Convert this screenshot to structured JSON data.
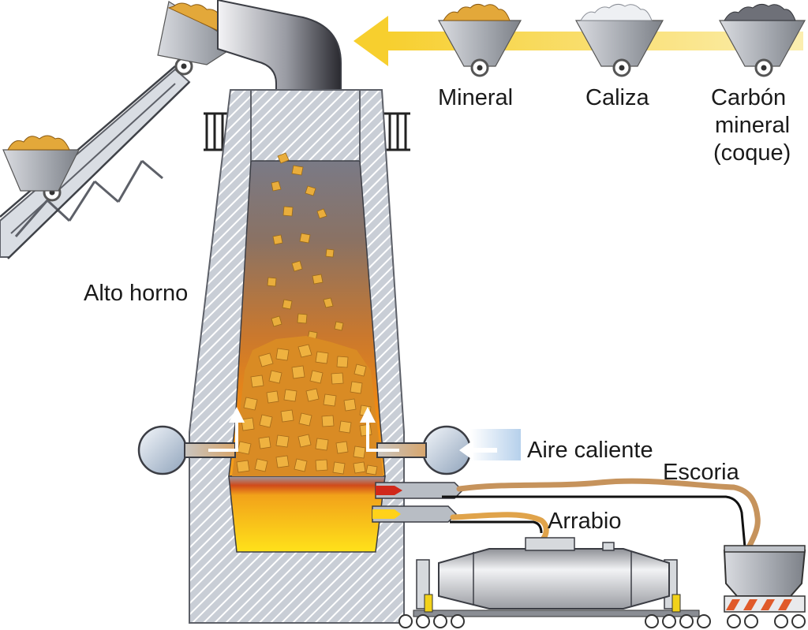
{
  "labels": {
    "mineral": "Mineral",
    "caliza": "Caliza",
    "carbon_line1": "Carbón",
    "carbon_line2": "mineral",
    "carbon_line3": "(coque)",
    "alto_horno": "Alto horno",
    "aire_caliente": "Aire caliente",
    "escoria": "Escoria",
    "arrabio": "Arrabio"
  },
  "colors": {
    "ore": "#e3a83a",
    "limestone": "#e6e8ec",
    "coke": "#7a7c82",
    "arrow": "#f6d24a",
    "wall": "#c9ced6",
    "slag": "#c6935c",
    "hot_air": "#a9c8e8"
  },
  "icons": [
    "ore-cart-icon",
    "limestone-cart-icon",
    "coke-cart-icon",
    "conveyor-icon",
    "torpedo-car-icon",
    "slag-car-icon"
  ]
}
